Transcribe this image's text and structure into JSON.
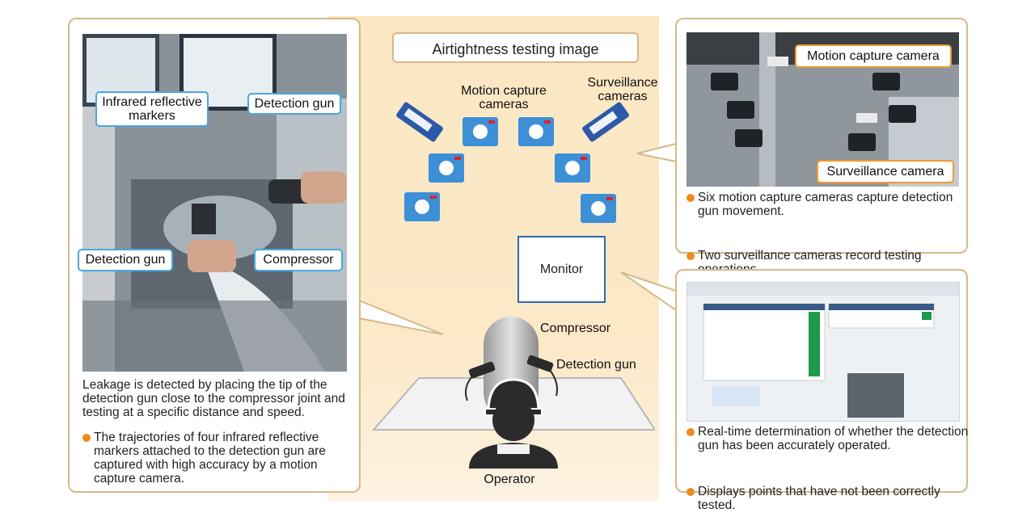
{
  "center": {
    "title": "Airtightness testing image",
    "motion_cameras_label": "Motion capture\ncameras",
    "surveillance_cameras_label": "Surveillance\ncameras",
    "monitor_label": "Monitor",
    "compressor_label": "Compressor",
    "detection_gun_label": "Detection gun",
    "operator_label": "Operator"
  },
  "left_panel": {
    "callouts": {
      "infrared_markers": "Infrared reflective\nmarkers",
      "detection_gun_top": "Detection gun",
      "detection_gun_bottom": "Detection gun",
      "compressor": "Compressor"
    },
    "description": "Leakage is detected by placing the tip of the detection gun close to the compressor joint and testing at a specific distance and speed.",
    "bullet": "The trajectories of four infrared reflective markers attached to the detection gun are captured with high accuracy by a motion capture camera."
  },
  "top_right_panel": {
    "callouts": {
      "motion_capture_camera": "Motion capture camera",
      "surveillance_camera": "Surveillance camera"
    },
    "bullets": [
      "Six motion capture cameras capture detection gun movement.",
      "Two surveillance cameras record testing operations."
    ]
  },
  "bottom_right_panel": {
    "bullets": [
      "Real-time determination of whether  the detection gun has been accurately operated.",
      "Displays points that have not been correctly tested."
    ]
  },
  "colors": {
    "panel_border": "#d6b98a",
    "callout_blue": "#4aa8dc",
    "callout_orange": "#f29a2e",
    "camera_blue": "#3d8fd6",
    "bullet_orange": "#f08a1c"
  }
}
